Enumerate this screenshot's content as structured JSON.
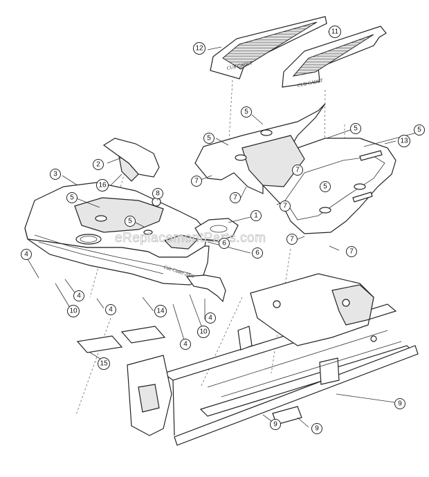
{
  "watermark": "eReplacementParts.com",
  "brand_marks": {
    "hood": "Cub Cadet 2000",
    "mat": "CUB CADET"
  },
  "callouts": [
    {
      "label": "1"
    },
    {
      "label": "2"
    },
    {
      "label": "3"
    },
    {
      "label": "4"
    },
    {
      "label": "4"
    },
    {
      "label": "4"
    },
    {
      "label": "4"
    },
    {
      "label": "4"
    },
    {
      "label": "5"
    },
    {
      "label": "5"
    },
    {
      "label": "5"
    },
    {
      "label": "5"
    },
    {
      "label": "5"
    },
    {
      "label": "5"
    },
    {
      "label": "5"
    },
    {
      "label": "6"
    },
    {
      "label": "6"
    },
    {
      "label": "7"
    },
    {
      "label": "7"
    },
    {
      "label": "7"
    },
    {
      "label": "7"
    },
    {
      "label": "7"
    },
    {
      "label": "7"
    },
    {
      "label": "8"
    },
    {
      "label": "9"
    },
    {
      "label": "9"
    },
    {
      "label": "9"
    },
    {
      "label": "10"
    },
    {
      "label": "10"
    },
    {
      "label": "11"
    },
    {
      "label": "12"
    },
    {
      "label": "13"
    },
    {
      "label": "14"
    },
    {
      "label": "15"
    },
    {
      "label": "16"
    }
  ]
}
